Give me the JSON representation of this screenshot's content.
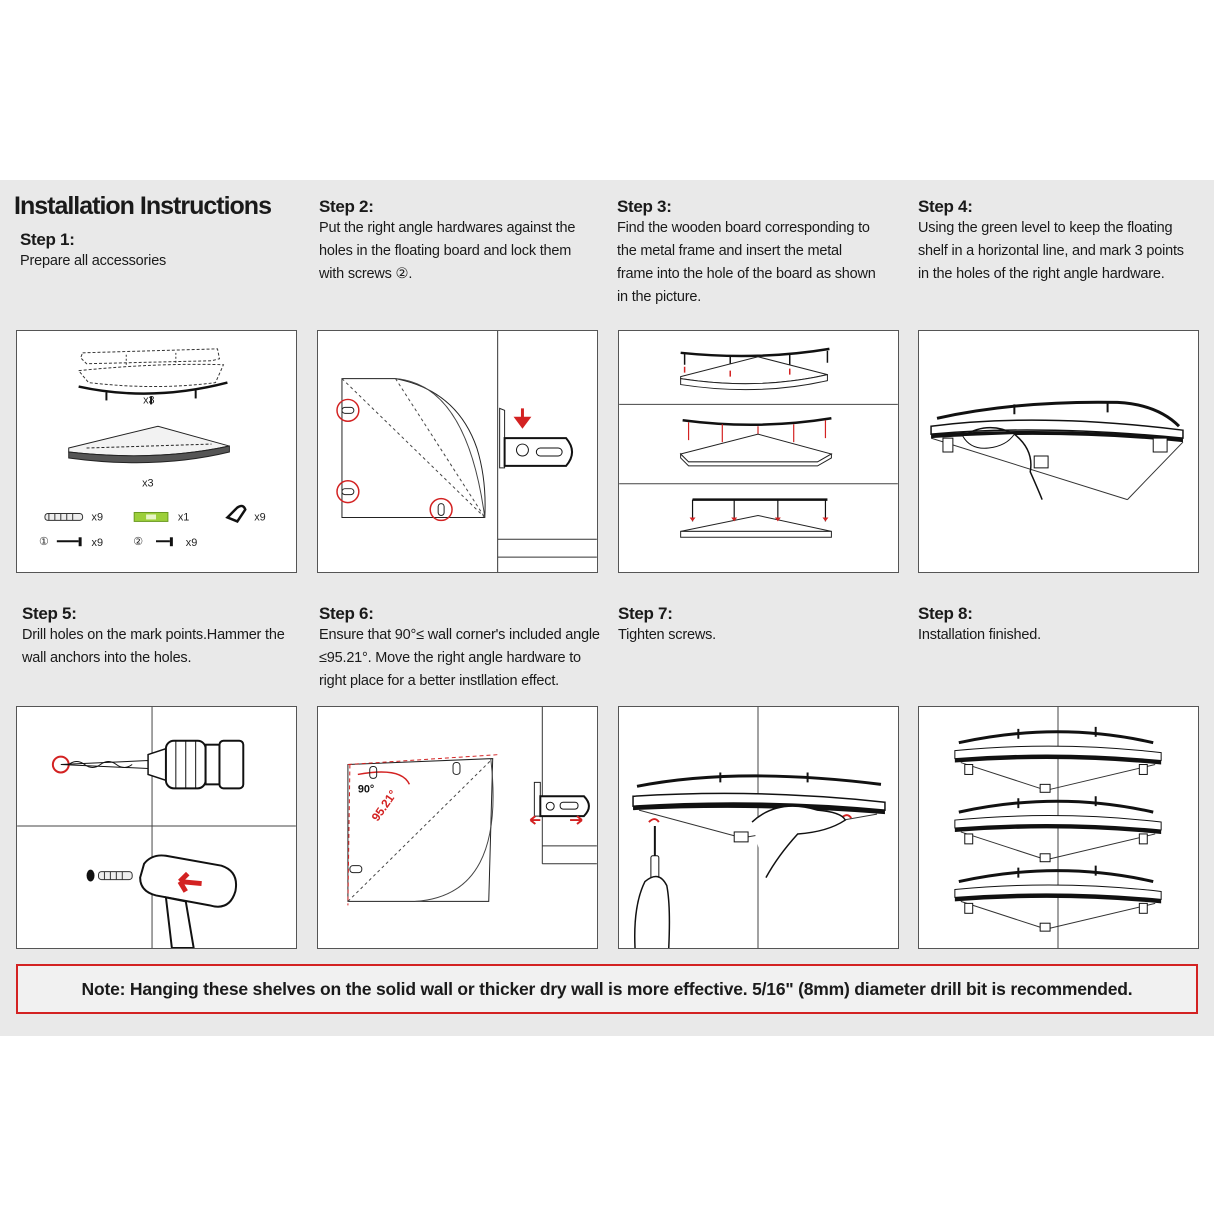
{
  "title": "Installation Instructions",
  "steps": [
    {
      "title": "Step 1:",
      "text": [
        "Prepare all accessories"
      ]
    },
    {
      "title": "Step 2:",
      "text": [
        "Put the right angle hardwares against the",
        "holes in the floating board and lock them",
        "with screws ②."
      ]
    },
    {
      "title": "Step 3:",
      "text": [
        "Find the wooden board corresponding to",
        "the metal frame and insert the metal",
        "frame into the hole of the board as shown",
        "in the picture."
      ]
    },
    {
      "title": "Step 4:",
      "text": [
        "Using the green level to keep the floating",
        "shelf in a horizontal line, and mark 3 points",
        "in the holes of the right angle hardware."
      ]
    },
    {
      "title": "Step 5:",
      "text": [
        "Drill holes on the mark points.Hammer the",
        "wall anchors into the holes."
      ]
    },
    {
      "title": "Step 6:",
      "text": [
        "Ensure that 90°≤ wall corner's included angle",
        "≤95.21°. Move the right angle hardware to",
        "right place for a better instllation effect."
      ]
    },
    {
      "title": "Step 7:",
      "text": [
        "Tighten screws."
      ]
    },
    {
      "title": "Step 8:",
      "text": [
        "Installation finished."
      ]
    }
  ],
  "accessories": {
    "frame_qty": "x3",
    "board_qty": "x3",
    "anchor_qty": "x9",
    "level_qty": "x1",
    "bracket_qty": "x9",
    "screw1_marker": "①",
    "screw1_qty": "x9",
    "screw2_marker": "②",
    "screw2_qty": "x9"
  },
  "angle_labels": {
    "min": "90°",
    "max": "95.21°"
  },
  "note": "Note: Hanging these shelves on the solid wall or thicker dry wall is more effective. 5/16\" (8mm)  diameter drill bit is recommended.",
  "colors": {
    "accent_red": "#d32222",
    "level_green": "#9ccf3a",
    "sheet_bg": "#e9e9e9"
  },
  "icons": [
    "drill-icon",
    "hammer-icon",
    "wall-anchor-icon",
    "bubble-level-icon",
    "right-angle-bracket-icon",
    "screw-icon",
    "hand-icon",
    "screwdriver-icon"
  ]
}
